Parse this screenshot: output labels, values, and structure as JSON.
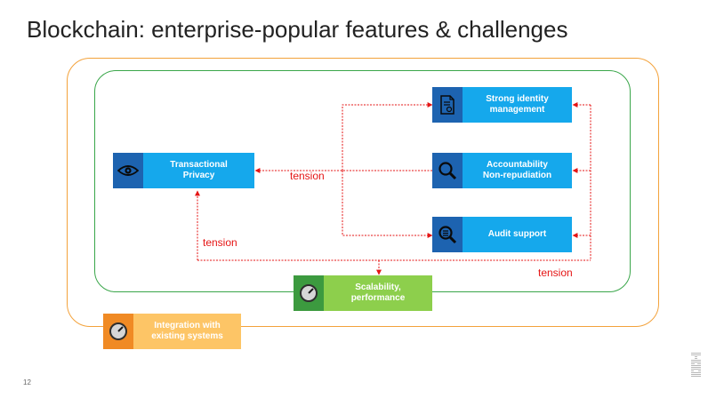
{
  "title": "Blockchain: enterprise-popular features  & challenges",
  "boxes": {
    "privacy": {
      "label": "Transactional\nPrivacy",
      "icon": "eye-icon"
    },
    "identity": {
      "label": "Strong identity\nmanagement",
      "icon": "id-document-icon"
    },
    "accountability": {
      "label": "Accountability\nNon-repudiation",
      "icon": "magnifier-icon"
    },
    "audit": {
      "label": "Audit support",
      "icon": "search-list-icon"
    },
    "scalability": {
      "label": "Scalability,\nperformance",
      "icon": "gauge-icon"
    },
    "integration": {
      "label": "Integration with\nexisting systems",
      "icon": "gauge-icon"
    }
  },
  "tension_labels": [
    "tension",
    "tension",
    "tension"
  ],
  "page_number": "12",
  "logo": "IBM",
  "colors": {
    "tension": "#e51515",
    "outer_frame": "#f3a23b",
    "inner_frame": "#3aa64a",
    "blue_icon": "#1d63b0",
    "blue_label": "#15a8ec"
  }
}
